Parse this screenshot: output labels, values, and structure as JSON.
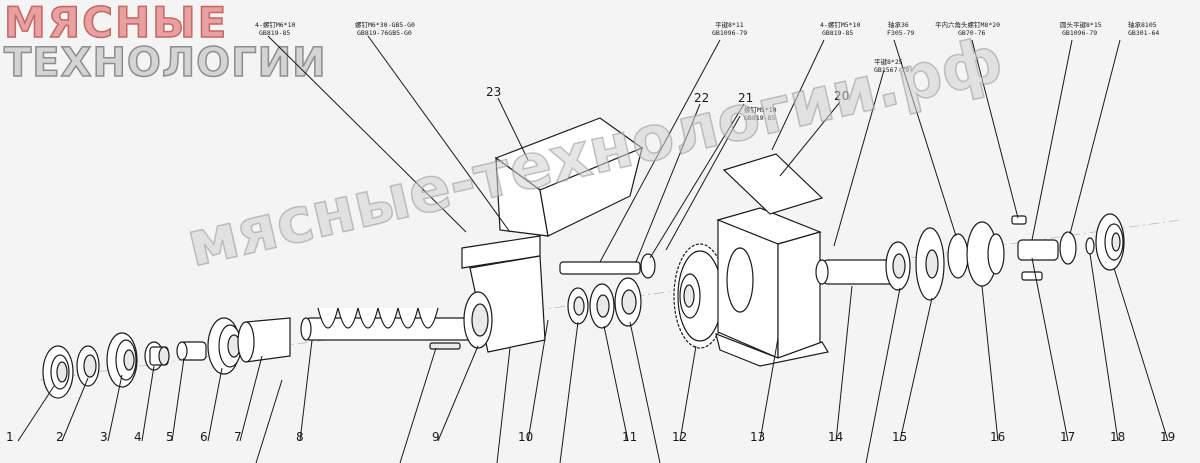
{
  "logo": {
    "line1": "МЯСНЫЕ",
    "line2": "ТЕХНОЛОГИИ"
  },
  "watermark": "мясные-технологии.рф",
  "callouts": [
    "1",
    "2",
    "3",
    "4",
    "5",
    "6",
    "7",
    "8",
    "9",
    "10",
    "11",
    "12",
    "13",
    "14",
    "15",
    "16",
    "17",
    "18",
    "19",
    "20",
    "21",
    "22",
    "23"
  ],
  "specs": [
    [
      "4-螺钉M6*10",
      "GB819-85"
    ],
    [
      "螺钉M6*30-GB5-G0",
      "GB819-76GB5-G0"
    ],
    [
      "平键8*11",
      "GB1096-79"
    ],
    [
      "4-螺钉M5*10",
      "GB819-85"
    ],
    [
      "轴承36",
      "F305-79"
    ],
    [
      "平内六角头螺钉M8*20",
      "GB70-76"
    ],
    [
      "圆头平键8*15",
      "GB1096-79"
    ],
    [
      "轴承8105",
      "GB301-64"
    ],
    [
      "平键8*25",
      "GB1567-79"
    ],
    [
      "螺钉M5*10",
      "GB819-85"
    ]
  ]
}
